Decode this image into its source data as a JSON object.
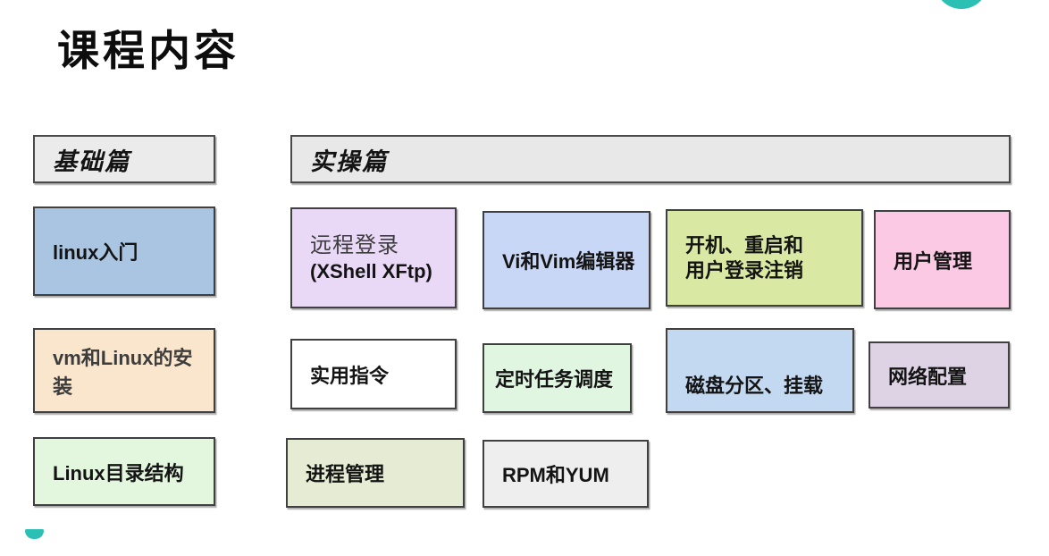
{
  "title": "课程内容",
  "accent_color": "#2cc0b4",
  "headers": {
    "basic": "基础篇",
    "practice": "实操篇"
  },
  "boxes": {
    "linux-intro": {
      "label": "linux入门",
      "bg": "#a9c5e2"
    },
    "vm-install": {
      "label": "vm和Linux的安装",
      "bg": "#fae5cd"
    },
    "dir-structure": {
      "label": "Linux目录结构",
      "bg": "#e3f6de"
    },
    "remote-login": {
      "line1": "远程登录",
      "line2": "(XShell XFtp)",
      "bg": "#e9d9f7"
    },
    "vi-vim": {
      "label": "Vi和Vim编辑器",
      "bg": "#c9d7f7"
    },
    "boot-logout": {
      "line1": "开机、重启和",
      "line2": "用户登录注销",
      "bg": "#d9e9a4"
    },
    "user-mgmt": {
      "label": "用户管理",
      "bg": "#fbc9e3"
    },
    "commands": {
      "label": "实用指令",
      "bg": "#ffffff"
    },
    "cron": {
      "label": "定时任务调度",
      "bg": "#e1f6e1"
    },
    "disk-mount": {
      "label": "磁盘分区、挂载",
      "bg": "#c3d8f1"
    },
    "network-config": {
      "label": "网络配置",
      "bg": "#ded3e5"
    },
    "process-mgmt": {
      "label": "进程管理",
      "bg": "#e6ecd3"
    },
    "rpm-yum": {
      "label": "RPM和YUM",
      "bg": "#eeeeee"
    },
    "basic-header-bg": "#ebebeb",
    "practice-header-bg": "#e8e8e8"
  }
}
